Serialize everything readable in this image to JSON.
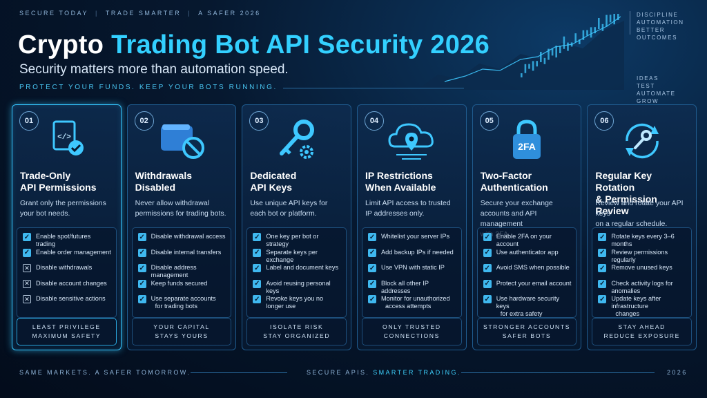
{
  "topbar": [
    "SECURE TODAY",
    "TRADE SMARTER",
    "A SAFER 2026"
  ],
  "right_notes": {
    "group1": [
      "DISCIPLINE",
      "AUTOMATION",
      "BETTER OUTCOMES"
    ],
    "group2": [
      "IDEAS",
      "TEST",
      "AUTOMATE",
      "GROW"
    ]
  },
  "title": {
    "part1": "Crypto ",
    "part2": "Trading Bot API Security 2026"
  },
  "subtitle": "Security matters more than automation speed.",
  "tagline": "PROTECT YOUR FUNDS. KEEP YOUR BOTS RUNNING.",
  "colors": {
    "accent": "#33d0ff",
    "background": "#06182f",
    "card_border": "#1f5b8e"
  },
  "cards": [
    {
      "num": "01",
      "icon": "code-document-check-icon",
      "title": [
        "Trade-Only",
        "API Permissions"
      ],
      "desc": [
        "Grant only the permissions",
        "your bot needs."
      ],
      "items": [
        {
          "text": [
            "Enable spot/futures trading"
          ],
          "mark": "check"
        },
        {
          "text": [
            "Enable order management"
          ],
          "mark": "check"
        },
        {
          "text": [
            "Disable withdrawals"
          ],
          "mark": "x"
        },
        {
          "text": [
            "Disable account changes"
          ],
          "mark": "x"
        },
        {
          "text": [
            "Disable sensitive actions"
          ],
          "mark": "x"
        }
      ],
      "footer": [
        "LEAST PRIVILEGE",
        "MAXIMUM SAFETY"
      ]
    },
    {
      "num": "02",
      "icon": "wallet-blocked-icon",
      "title": [
        "Withdrawals",
        "Disabled"
      ],
      "desc": [
        "Never allow withdrawal",
        "permissions for trading bots."
      ],
      "items": [
        {
          "text": [
            "Disable withdrawal access"
          ],
          "mark": "check"
        },
        {
          "text": [
            "Disable internal transfers"
          ],
          "mark": "check"
        },
        {
          "text": [
            "Disable address management"
          ],
          "mark": "check"
        },
        {
          "text": [
            "Keep funds secured"
          ],
          "mark": "check"
        },
        {
          "text": [
            "Use separate accounts",
            "for trading bots"
          ],
          "mark": "check"
        }
      ],
      "footer": [
        "YOUR CAPITAL",
        "STAYS YOURS"
      ]
    },
    {
      "num": "03",
      "icon": "key-gear-icon",
      "title": [
        "Dedicated",
        "API Keys"
      ],
      "desc": [
        "Use unique API keys for",
        "each bot or platform."
      ],
      "items": [
        {
          "text": [
            "One key per bot or strategy"
          ],
          "mark": "check"
        },
        {
          "text": [
            "Separate keys per exchange"
          ],
          "mark": "check"
        },
        {
          "text": [
            "Label and document keys"
          ],
          "mark": "check"
        },
        {
          "text": [
            "Avoid reusing personal keys"
          ],
          "mark": "check"
        },
        {
          "text": [
            "Revoke keys you no longer use"
          ],
          "mark": "check"
        }
      ],
      "footer": [
        "ISOLATE RISK",
        "STAY ORGANIZED"
      ]
    },
    {
      "num": "04",
      "icon": "cloud-location-icon",
      "title": [
        "IP Restrictions",
        "When Available"
      ],
      "desc": [
        "Limit API access to trusted",
        "IP addresses only."
      ],
      "items": [
        {
          "text": [
            "Whitelist your server IPs"
          ],
          "mark": "check"
        },
        {
          "text": [
            "Add backup IPs if needed"
          ],
          "mark": "check"
        },
        {
          "text": [
            "Use VPN with static IP"
          ],
          "mark": "check"
        },
        {
          "text": [
            "Block all other IP addresses"
          ],
          "mark": "check"
        },
        {
          "text": [
            "Monitor for unauthorized",
            "access attempts"
          ],
          "mark": "check"
        }
      ],
      "footer": [
        "ONLY TRUSTED",
        "CONNECTIONS"
      ]
    },
    {
      "num": "05",
      "icon": "padlock-2fa-icon",
      "icon_label": "2FA",
      "title": [
        "Two-Factor",
        "Authentication"
      ],
      "desc": [
        "Secure your exchange",
        "accounts and API management",
        "with 2FA."
      ],
      "items": [
        {
          "text": [
            "Enable 2FA on your account"
          ],
          "mark": "check"
        },
        {
          "text": [
            "Use authenticator app"
          ],
          "mark": "check"
        },
        {
          "text": [
            "Avoid SMS when possible"
          ],
          "mark": "check"
        },
        {
          "text": [
            "Protect your email account"
          ],
          "mark": "check"
        },
        {
          "text": [
            "Use hardware security keys",
            "for extra safety"
          ],
          "mark": "check"
        }
      ],
      "footer": [
        "STRONGER ACCOUNTS",
        "SAFER BOTS"
      ]
    },
    {
      "num": "06",
      "icon": "key-rotation-icon",
      "title": [
        "Regular Key Rotation",
        "& Permission Review"
      ],
      "desc": [
        "Review and rotate your API keys",
        "on a regular schedule."
      ],
      "items": [
        {
          "text": [
            "Rotate keys every 3–6 months"
          ],
          "mark": "check"
        },
        {
          "text": [
            "Review permissions regularly"
          ],
          "mark": "check"
        },
        {
          "text": [
            "Remove unused keys"
          ],
          "mark": "check"
        },
        {
          "text": [
            "Check activity logs for anomalies"
          ],
          "mark": "check"
        },
        {
          "text": [
            "Update keys after infrastructure",
            "changes"
          ],
          "mark": "check"
        }
      ],
      "footer": [
        "STAY AHEAD",
        "REDUCE EXPOSURE"
      ]
    }
  ],
  "bottom": {
    "left": "SAME MARKETS. A SAFER TOMORROW.",
    "middle_a": "SECURE APIS. ",
    "middle_b": "SMARTER TRADING.",
    "right": "2026"
  }
}
